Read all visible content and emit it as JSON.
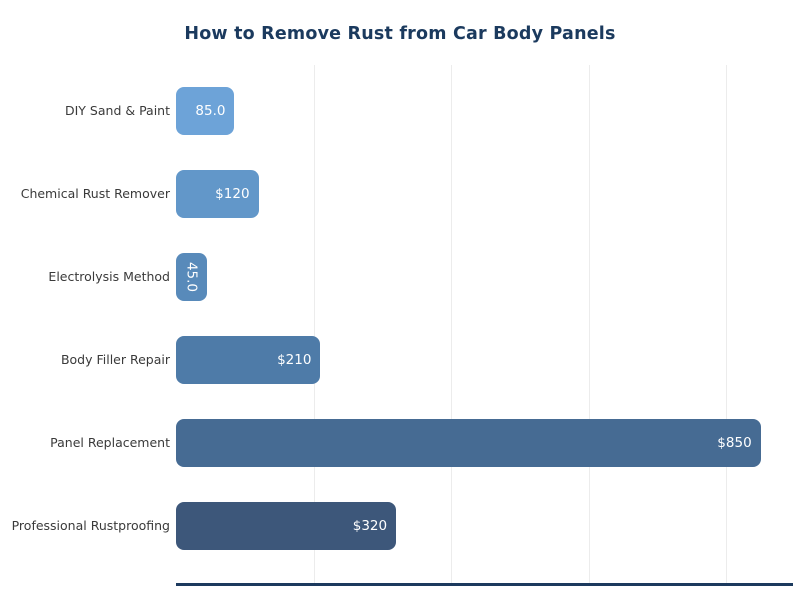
{
  "chart_data": {
    "type": "bar",
    "orientation": "horizontal",
    "title": "How to Remove Rust from Car Body Panels",
    "categories": [
      "DIY Sand & Paint",
      "Chemical Rust Remover",
      "Electrolysis Method",
      "Body Filler Repair",
      "Panel Replacement",
      "Professional Rustproofing"
    ],
    "values": [
      85,
      120,
      45,
      210,
      850,
      320
    ],
    "value_labels": [
      "85.0",
      "$120",
      "45.0",
      "$210",
      "$850",
      "$320"
    ],
    "bar_colors": [
      "#6da3d8",
      "#6297c9",
      "#588aba",
      "#4e7ba8",
      "#466b93",
      "#3d577a"
    ],
    "xlabel": "",
    "ylabel": "",
    "xlim": [
      0,
      897
    ],
    "gridline_values": [
      200,
      400,
      600,
      800
    ],
    "grid": "vertical gridlines only, no tick labels",
    "legend": "none",
    "colors": {
      "title": "#1b3a5e",
      "category_label": "#3a3a3a",
      "value_label": "#ffffff",
      "gridline": "#ececec",
      "axis_line": "#1c3a5e",
      "background": "#ffffff"
    }
  }
}
